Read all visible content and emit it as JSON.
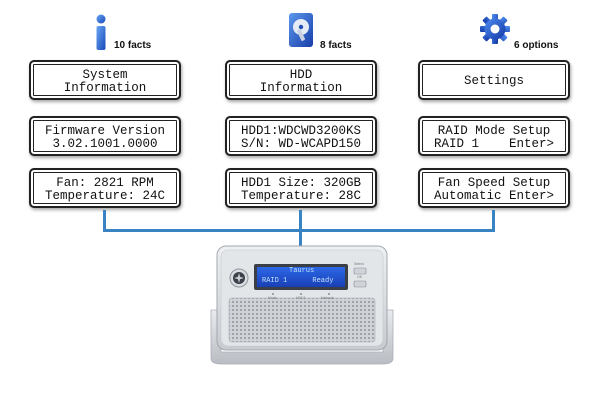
{
  "columns": [
    {
      "icon": "info-icon",
      "count_label": "10 facts",
      "boxes": [
        {
          "line1": "System",
          "line2": "Information"
        },
        {
          "line1": "Firmware Version",
          "line2": "3.02.1001.0000"
        },
        {
          "line1": "Fan: 2821 RPM",
          "line2": "Temperature: 24C"
        }
      ]
    },
    {
      "icon": "hard-drive-icon",
      "count_label": "8 facts",
      "boxes": [
        {
          "line1": "HDD",
          "line2": "Information"
        },
        {
          "line1": "HDD1:WDCWD3200KS",
          "line2": "S/N: WD-WCAPD150"
        },
        {
          "line1": "HDD1 Size: 320GB",
          "line2": "Temperature: 28C"
        }
      ]
    },
    {
      "icon": "gear-icon",
      "count_label": "6 options",
      "boxes": [
        {
          "line1": "Settings",
          "line2": ""
        },
        {
          "line1": "RAID Mode Setup",
          "line2": "RAID 1    Enter>"
        },
        {
          "line1": "Fan Speed Setup",
          "line2": "Automatic Enter>"
        }
      ]
    }
  ],
  "device": {
    "screen_line1": "Taurus",
    "screen_line2": "RAID 1      Ready",
    "button_labels": [
      "Select",
      "OK"
    ],
    "bottom_labels": [
      "Mode",
      "HDD1",
      "Network"
    ]
  },
  "colors": {
    "connector": "#3a83c2",
    "icon_blue": "#1f5fc8",
    "lcd_screen": "#1d4fd0"
  }
}
